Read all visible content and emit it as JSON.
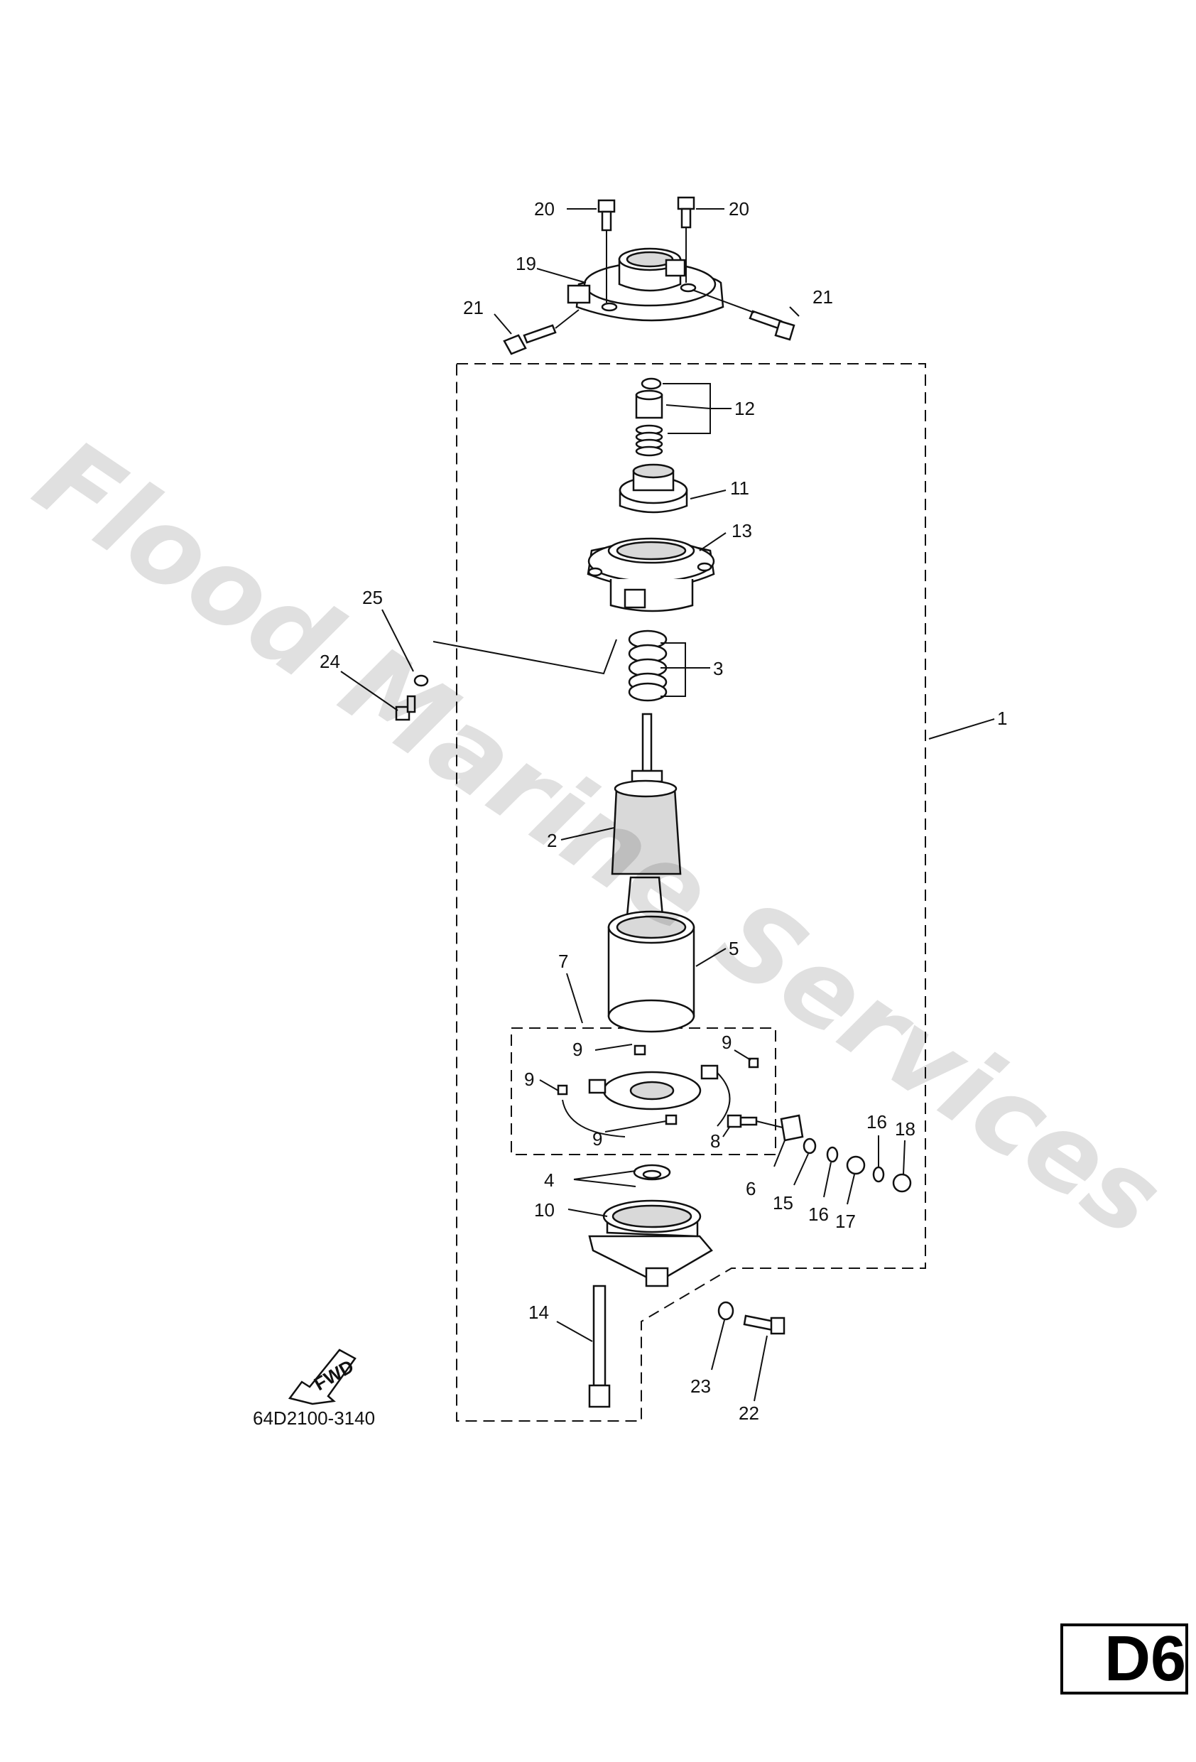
{
  "watermark": "Flood Marine Services",
  "drawing_number": "64D2100-3140",
  "direction_arrow": "FWD",
  "page_id": "D6",
  "callouts": {
    "c1": "1",
    "c2": "2",
    "c3": "3",
    "c4": "4",
    "c5": "5",
    "c6": "6",
    "c7": "7",
    "c8": "8",
    "c9": "9",
    "c10": "10",
    "c11": "11",
    "c12": "12",
    "c13": "13",
    "c14": "14",
    "c15": "15",
    "c16": "16",
    "c17": "17",
    "c18": "18",
    "c19": "19",
    "c20": "20",
    "c21": "21",
    "c22": "22",
    "c23": "23",
    "c24": "24",
    "c25": "25"
  }
}
